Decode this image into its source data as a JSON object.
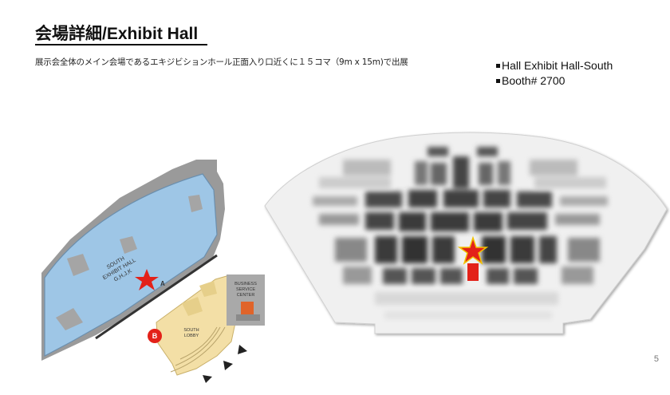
{
  "header": {
    "title": "会場詳細/Exhibit Hall",
    "description": "展示会全体のメイン会場であるエキジビションホール正面入り口近くに１５コマ（9m x 15m)で出展"
  },
  "booth_info": {
    "items": [
      "Hall Exhibit Hall-South",
      "Booth# 2700"
    ]
  },
  "map": {
    "hall_label_1": "SOUTH",
    "hall_label_2": "EXHIBIT HALL",
    "hall_label_3": "G,H,J,K",
    "marker_a": "A",
    "marker_b": "B",
    "business_label_1": "BUSINESS",
    "business_label_2": "SERVICE",
    "business_label_3": "CENTER",
    "lobby_label_1": "SOUTH",
    "lobby_label_2": "LOBBY",
    "colors": {
      "hall": "#9ec6e6",
      "lobby": "#f3dfa6",
      "star": "#e32119",
      "booth": "#e32119",
      "business": "#e0642a"
    }
  },
  "footer": {
    "page_number": "5"
  }
}
